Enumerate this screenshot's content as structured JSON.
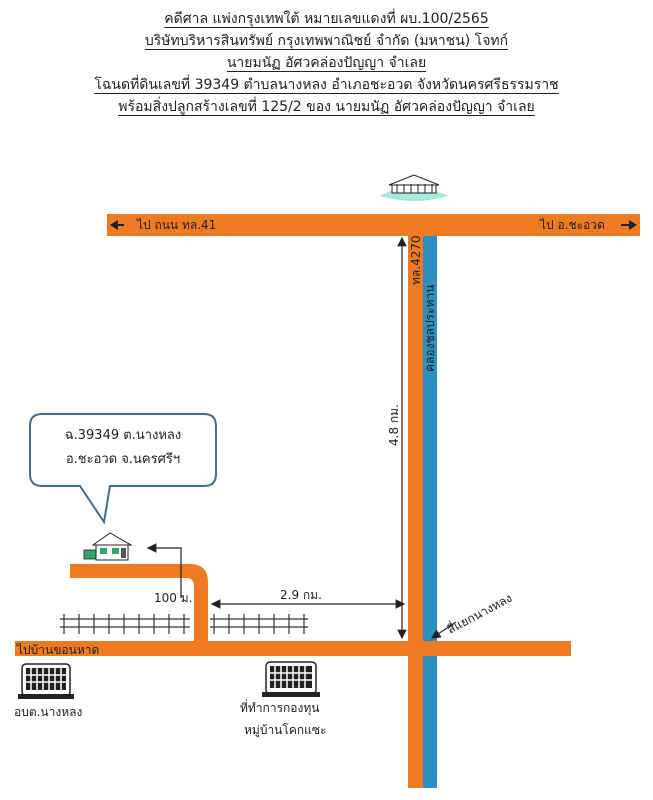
{
  "header": {
    "line1": "คดีศาล  แพ่งกรุงเทพใต้ หมายเลขแดงที่   ผบ.100/2565",
    "line2": "บริษัทบริหารสินทรัพย์ กรุงเทพพาณิชย์ จำกัด (มหาชน)  โจทก์",
    "line3": "นายมนัฏ  อัศวคล่องปัญญา  จำเลย",
    "line4": "โฉนดที่ดินเลขที่  39349  ตำบลนางหลง อำเภอชะอวด จังหวัดนครศรีธรรมราช",
    "line5": "พร้อมสิ่งปลูกสร้างเลขที่   125/2     ของ   นายมนัฏ  อัศวคล่องปัญญา  จำเลย"
  },
  "roads": {
    "top_left": "ไป ถนน ทล.41",
    "top_right": "ไป อ.ชะอวด",
    "vertical_road": "ทล.4270",
    "canal": "คลองชลประทาน",
    "bottom_left": "ไปบ้านขอนหาด"
  },
  "distances": {
    "vertical": "4.8 กม.",
    "horizontal": "2.9 กม.",
    "short": "100 ม."
  },
  "landmarks": {
    "junction": "สี่แยกนางหลง",
    "sao": "อบต.นางหลง",
    "fund_line1": "ที่ทำการกองทุน",
    "fund_line2": "หมู่บ้านโคกแซะ"
  },
  "callout": {
    "line1": "ฉ.39349  ต.นางหลง",
    "line2": "อ.ชะอวด  จ.นครศรีฯ"
  },
  "colors": {
    "road": "#EE7B22",
    "canal": "#2C8FBF",
    "callout_border": "#4A6B84",
    "arrow": "#222222"
  },
  "icons": [
    "building-icon",
    "property-house-icon",
    "sao-building-icon",
    "fund-building-icon"
  ]
}
